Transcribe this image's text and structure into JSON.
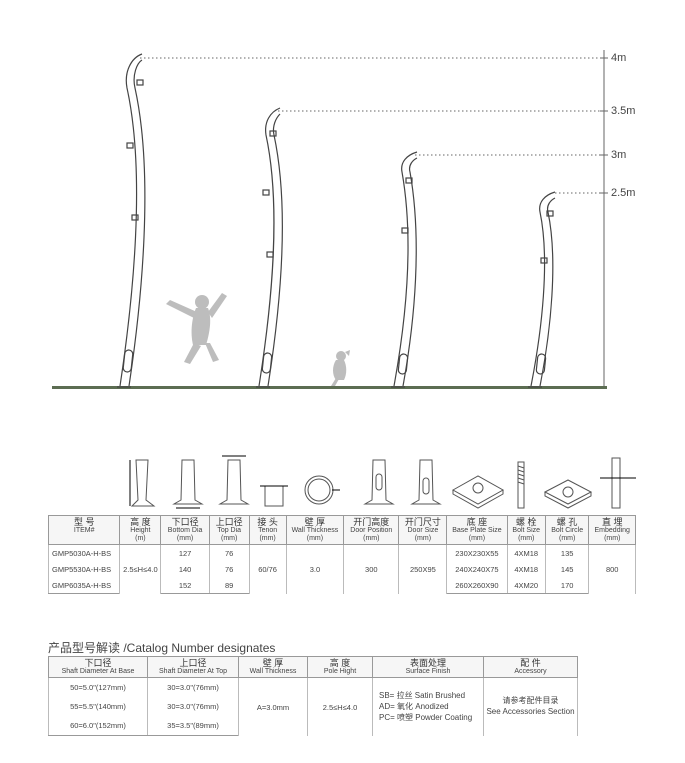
{
  "heights": [
    "4m",
    "3.5m",
    "3m",
    "2.5m"
  ],
  "spec_table": {
    "headers": [
      {
        "cn": "型 号",
        "en": "ITEM#",
        "unit": ""
      },
      {
        "cn": "高 度",
        "en": "Height",
        "unit": "(m)"
      },
      {
        "cn": "下口径",
        "en": "Bottom Dia",
        "unit": "(mm)"
      },
      {
        "cn": "上口径",
        "en": "Top Dia",
        "unit": "(mm)"
      },
      {
        "cn": "接 头",
        "en": "Tenon",
        "unit": "(mm)"
      },
      {
        "cn": "壁 厚",
        "en": "Wall Thickness",
        "unit": "(mm)"
      },
      {
        "cn": "开门高度",
        "en": "Door Position",
        "unit": "(mm)"
      },
      {
        "cn": "开门尺寸",
        "en": "Door Size",
        "unit": "(mm)"
      },
      {
        "cn": "底 座",
        "en": "Base Plate Size",
        "unit": "(mm)"
      },
      {
        "cn": "螺 栓",
        "en": "Bolt Size",
        "unit": "(mm)"
      },
      {
        "cn": "螺 孔",
        "en": "Bolt Circle",
        "unit": "(mm)"
      },
      {
        "cn": "直 埋",
        "en": "Embedding",
        "unit": "(mm)"
      }
    ],
    "rows": [
      {
        "item": "GMP5030A-H-BS",
        "bottom": "127",
        "top": "76",
        "base": "230X230X55",
        "bolt": "4XM18",
        "circle": "135"
      },
      {
        "item": "GMP5530A-H-BS",
        "bottom": "140",
        "top": "76",
        "base": "240X240X75",
        "bolt": "4XM18",
        "circle": "145"
      },
      {
        "item": "GMP6035A-H-BS",
        "bottom": "152",
        "top": "89",
        "base": "260X260X90",
        "bolt": "4XM20",
        "circle": "170"
      }
    ],
    "height": "2.5≤H≤4.0",
    "tenon": "60/76",
    "wall": "3.0",
    "door_position": "300",
    "door_size": "250X95",
    "embedding": "800"
  },
  "catalog": {
    "heading": "产品型号解读 /Catalog Number designates",
    "headers": [
      {
        "cn": "下口径",
        "en": "Shaft Diameter At Base"
      },
      {
        "cn": "上口径",
        "en": "Shaft Diameter At Top"
      },
      {
        "cn": "壁 厚",
        "en": "Wall Thickness"
      },
      {
        "cn": "高 度",
        "en": "Pole Hight"
      },
      {
        "cn": "表面处理",
        "en": "Surface Finish"
      },
      {
        "cn": "配 件",
        "en": "Accessory"
      }
    ],
    "base_dia": [
      "50=5.0\"(127mm)",
      "55=5.5\"(140mm)",
      "60=6.0\"(152mm)"
    ],
    "top_dia": [
      "30=3.0\"(76mm)",
      "30=3.0\"(76mm)",
      "35=3.5\"(89mm)"
    ],
    "wall": "A=3.0mm",
    "height": "2.5≤H≤4.0",
    "finish": [
      "SB= 拉丝 Satin Brushed",
      "AD= 氧化 Anodized",
      "PC= 喷塑 Powder Coating"
    ],
    "accessory_cn": "请参考配件目录",
    "accessory_en": "See Accessories Section"
  }
}
